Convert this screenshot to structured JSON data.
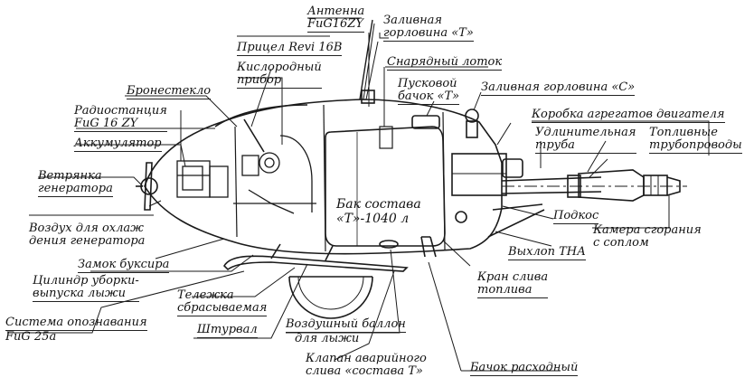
{
  "labels": {
    "antenna": [
      "Антенна",
      "FuG16ZY"
    ],
    "filler_t": [
      "Заливная",
      "горловина «Т»"
    ],
    "sight": "Прицел Revi 16B",
    "oxygen": [
      "Кислородный",
      "прибор"
    ],
    "ammo_tray": "Снарядный лоток",
    "start_tank": [
      "Пусковой",
      "бачок «Т»"
    ],
    "filler_c": "Заливная горловина «С»",
    "armored_glass": "Бронестекло",
    "radio": [
      "Радиостанция",
      "FuG 16 ZY"
    ],
    "gearbox": "Коробка агрегатов двигателя",
    "battery": "Аккумулятор",
    "ext_pipe": [
      "Удлинительная",
      "труба"
    ],
    "fuel_lines": [
      "Топливные",
      "трубопроводы"
    ],
    "windmill": [
      "Ветрянка",
      "генератора"
    ],
    "tank_t": [
      "Бак состава",
      "«Т»-1040 л"
    ],
    "cooling_air": [
      "Воздух для охлаж",
      "дения генератора"
    ],
    "strut": "Подкос",
    "chamber": [
      "Камера сгорания",
      "с соплом"
    ],
    "tow_lock": "Замок буксира",
    "tna_exhaust": "Выхлоп ТНА",
    "ski_cylinder": [
      "Цилиндр уборки-",
      "выпуска лыжи"
    ],
    "trolley": [
      "Тележка",
      "сбрасываемая"
    ],
    "drain_cock": [
      "Кран слива",
      "топлива"
    ],
    "iff": [
      "Система опознавания",
      "FuG 25a"
    ],
    "yoke": "Штурвал",
    "air_bottle": [
      "Воздушный баллон",
      "для лыжи"
    ],
    "emergency_valve": [
      "Клапан аварийного",
      "слива «состава Т»"
    ],
    "service_tank": "Бачок расходный"
  }
}
